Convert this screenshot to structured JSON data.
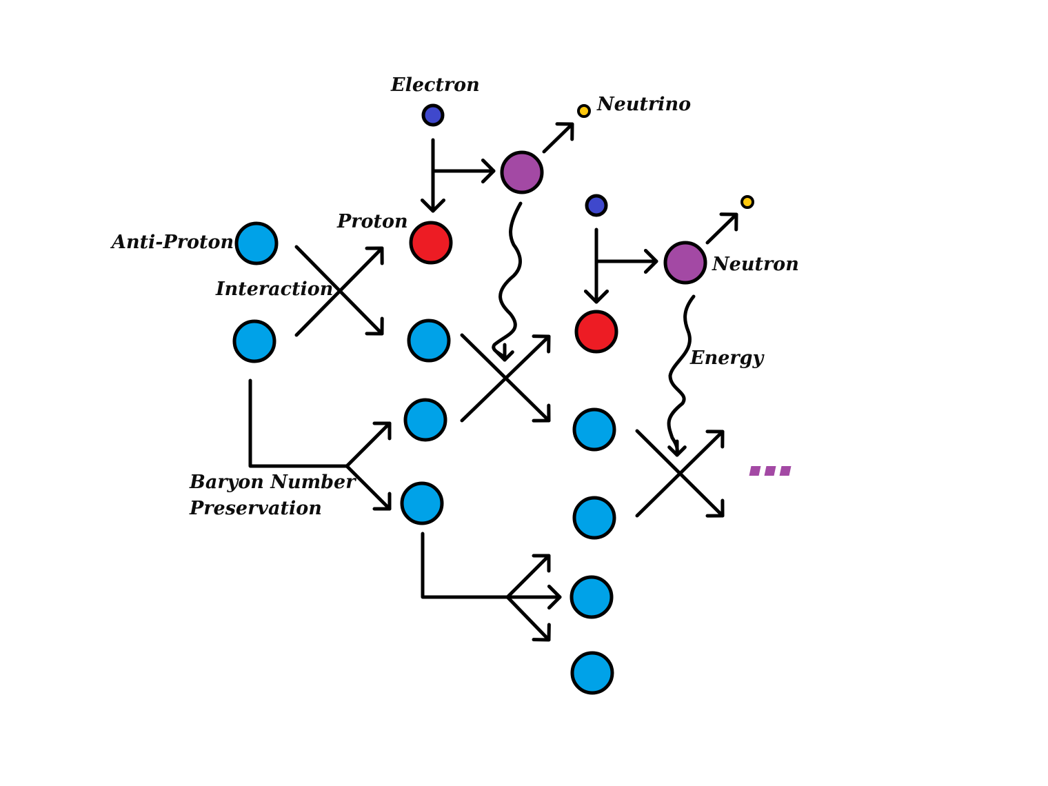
{
  "title": "Proton-Antiproton Interaction Chain Reaction",
  "colors": {
    "antiproton": "#00a2e8",
    "proton": "#ed1c24",
    "neutron": "#a349a4",
    "electron": "#3f48cc",
    "neutrino": "#ffc90e",
    "stroke": "#000000",
    "ellipsis": "#a349a4"
  },
  "labels": {
    "electron": "Electron",
    "neutrino": "Neutrino",
    "proton": "Proton",
    "anti_proton": "Anti-Proton",
    "interaction": "Interaction",
    "neutron": "Neutron",
    "energy": "Energy",
    "baryon_line1": "Baryon Number",
    "baryon_line2": "Preservation"
  },
  "particles": [
    {
      "id": "electron-1",
      "type": "electron"
    },
    {
      "id": "neutrino-1",
      "type": "neutrino"
    },
    {
      "id": "neutron-1",
      "type": "neutron"
    },
    {
      "id": "proton-1",
      "type": "proton"
    },
    {
      "id": "antiproton-a",
      "type": "antiproton"
    },
    {
      "id": "antiproton-b",
      "type": "antiproton"
    },
    {
      "id": "antiproton-c",
      "type": "antiproton"
    },
    {
      "id": "antiproton-d",
      "type": "antiproton"
    },
    {
      "id": "antiproton-e",
      "type": "antiproton"
    },
    {
      "id": "electron-2",
      "type": "electron"
    },
    {
      "id": "neutrino-2",
      "type": "neutrino"
    },
    {
      "id": "neutron-2",
      "type": "neutron"
    },
    {
      "id": "proton-2",
      "type": "proton"
    },
    {
      "id": "antiproton-f",
      "type": "antiproton"
    },
    {
      "id": "antiproton-g",
      "type": "antiproton"
    },
    {
      "id": "antiproton-h",
      "type": "antiproton"
    },
    {
      "id": "antiproton-i",
      "type": "antiproton"
    }
  ],
  "continuation": "..."
}
